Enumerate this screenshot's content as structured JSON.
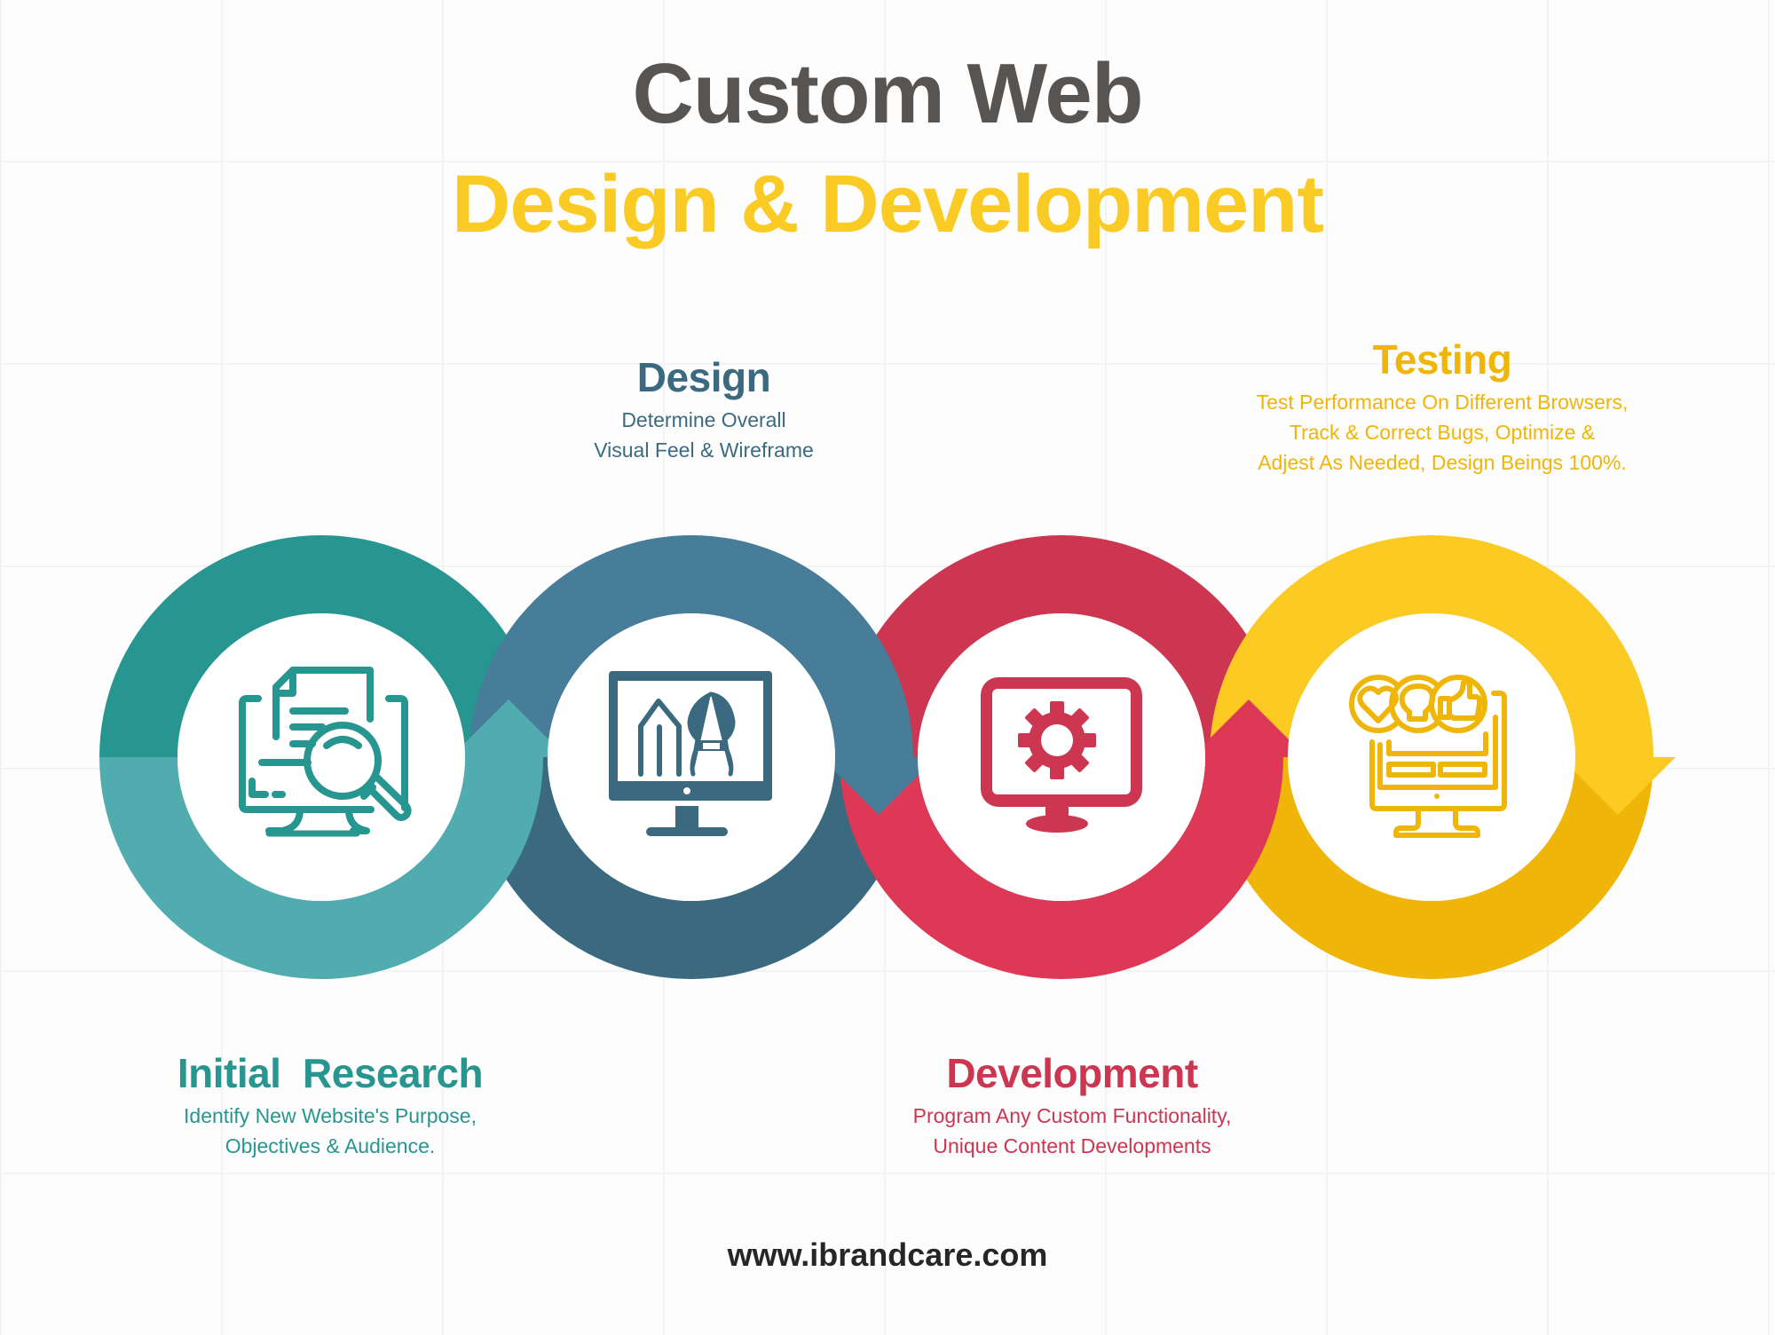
{
  "header": {
    "title_line1": "Custom Web",
    "title_line2": "Design & Development"
  },
  "colors": {
    "title_gray": "#585452",
    "title_yellow": "#fbcb25",
    "research_dark": "#279590",
    "research_light": "#50acae",
    "design_light": "#477d99",
    "design_dark": "#3b6a80",
    "dev_dark": "#cc3651",
    "dev_light": "#de3857",
    "testing_light": "#fbcb24",
    "testing_dark": "#efb509"
  },
  "steps": [
    {
      "id": "initial-research",
      "title": "Initial  Research",
      "desc_line1": "Identify New Website's Purpose,",
      "desc_line2": "Objectives & Audience.",
      "icon": "document-search-monitor-icon",
      "color": "#279590"
    },
    {
      "id": "design",
      "title": "Design",
      "desc_line1": "Determine Overall",
      "desc_line2": "Visual Feel & Wireframe",
      "icon": "design-tools-monitor-icon",
      "color": "#3b6a80"
    },
    {
      "id": "development",
      "title": "Development",
      "desc_line1": "Program Any Custom Functionality,",
      "desc_line2": "Unique Content Developments",
      "icon": "gear-monitor-icon",
      "color": "#cc3651"
    },
    {
      "id": "testing",
      "title": "Testing",
      "desc_line1": "Test Performance On Different Browsers,",
      "desc_line2": "Track & Correct Bugs, Optimize &",
      "desc_line3": "Adjest As Needed, Design Beings 100%.",
      "icon": "feedback-monitor-icon",
      "color": "#efb509"
    }
  ],
  "footer": {
    "url": "www.ibrandcare.com"
  }
}
